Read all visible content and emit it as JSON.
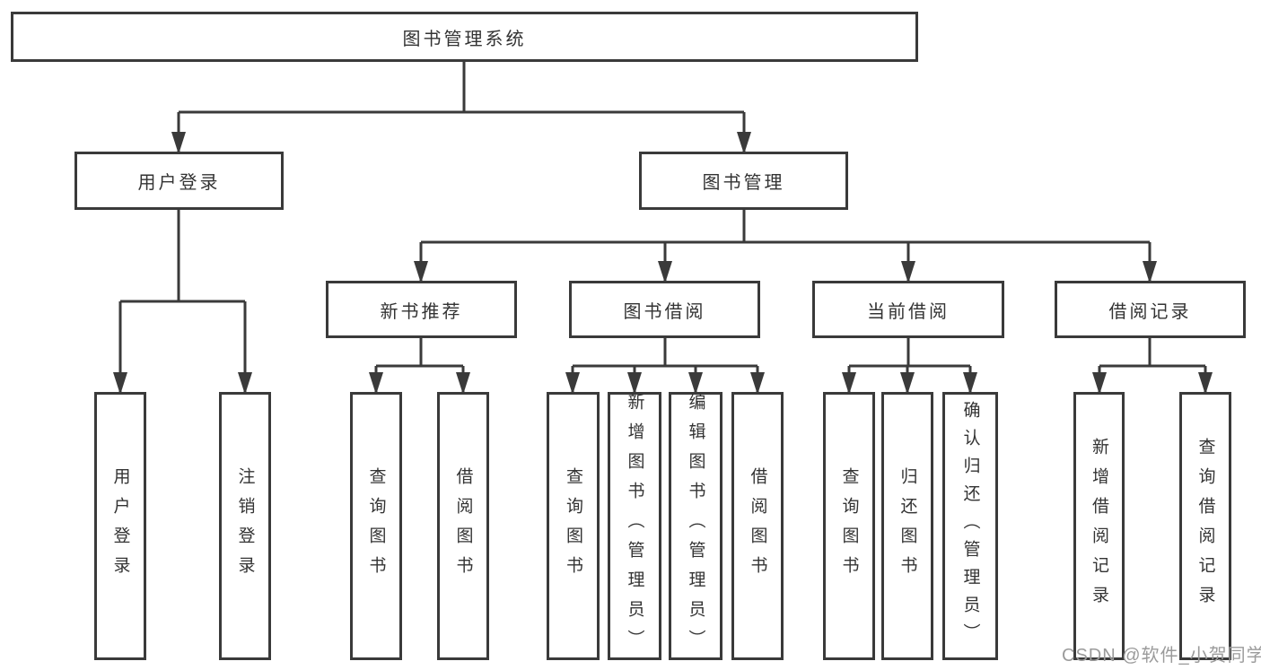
{
  "nodes": {
    "root": {
      "label": "图书管理系统"
    },
    "branches": [
      {
        "label": "用户登录"
      },
      {
        "label": "图书管理"
      }
    ],
    "modules": [
      {
        "label": "新书推荐"
      },
      {
        "label": "图书借阅"
      },
      {
        "label": "当前借阅"
      },
      {
        "label": "借阅记录"
      }
    ],
    "leaves": [
      {
        "label": "用户登录"
      },
      {
        "label": "注销登录"
      },
      {
        "label": "查询图书"
      },
      {
        "label": "借阅图书"
      },
      {
        "label": "查询图书"
      },
      {
        "label": "新增图书（管理员）"
      },
      {
        "label": "编辑图书（管理员）"
      },
      {
        "label": "借阅图书"
      },
      {
        "label": "查询图书"
      },
      {
        "label": "归还图书"
      },
      {
        "label": "确认归还（管理员）"
      },
      {
        "label": "新增借阅记录"
      },
      {
        "label": "查询借阅记录"
      }
    ]
  },
  "watermark": {
    "text": "CSDN @软件_小贺同学"
  },
  "colors": {
    "line": "#3a3a3a",
    "text": "#333333",
    "background": "#ffffff",
    "watermark": "#9b9b9b"
  }
}
